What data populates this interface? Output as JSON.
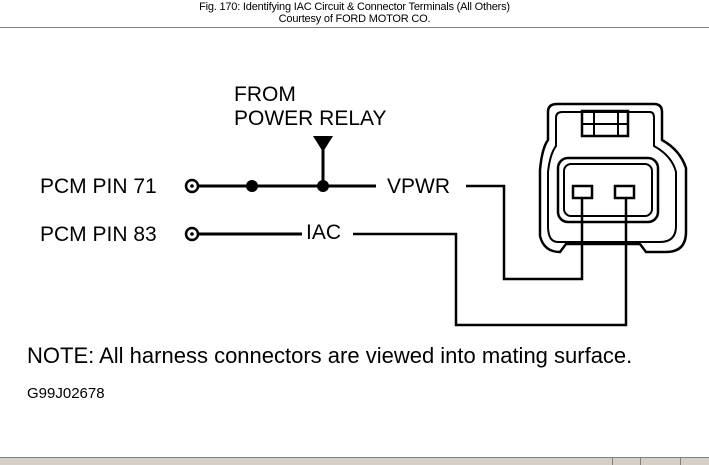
{
  "caption": {
    "line1": "Fig. 170: Identifying IAC Circuit & Connector Terminals (All Others)",
    "line2": "Courtesy of FORD MOTOR CO."
  },
  "diagram": {
    "from_line1": "FROM",
    "from_line2": "POWER RELAY",
    "pin71": "PCM PIN 71",
    "pin83": "PCM PIN 83",
    "vpwr": "VPWR",
    "iac": "IAC"
  },
  "note": "NOTE:  All harness connectors are viewed into mating surface.",
  "code": "G99J02678"
}
